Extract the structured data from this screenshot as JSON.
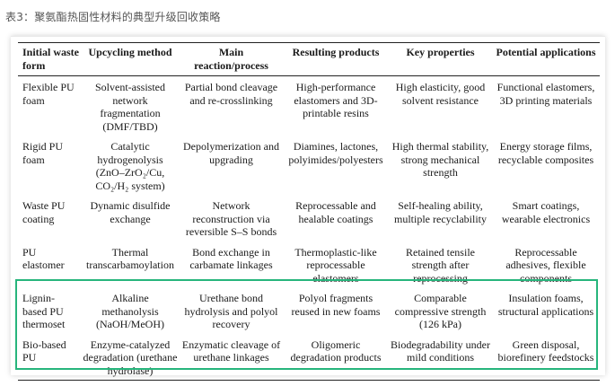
{
  "caption": "表3：聚氨酯热固性材料的典型升级回收策略",
  "columns": [
    "Initial waste form",
    "Upcycling method",
    "Main reaction/process",
    "Resulting products",
    "Key properties",
    "Potential applications"
  ],
  "rows": [
    [
      "Flexible PU foam",
      "Solvent-assisted network fragmentation (DMF/TBD)",
      "Partial bond cleavage and re-crosslinking",
      "High-performance elastomers and 3D-printable resins",
      "High elasticity, good solvent resistance",
      "Functional elastomers, 3D printing materials"
    ],
    [
      "Rigid PU foam",
      "Catalytic hydrogenolysis (ZnO–ZrO₂/Cu, CO₂/H₂ system)",
      "Depolymerization and upgrading",
      "Diamines, lactones, polyimides/polyesters",
      "High thermal stability, strong mechanical strength",
      "Energy storage films, recyclable composites"
    ],
    [
      "Waste PU coating",
      "Dynamic disulfide exchange",
      "Network reconstruction via reversible S–S bonds",
      "Reprocessable and healable coatings",
      "Self-healing ability, multiple recyclability",
      "Smart coatings, wearable electronics"
    ],
    [
      "PU elastomer",
      "Thermal transcarbamoylation",
      "Bond exchange in carbamate linkages",
      "Thermoplastic-like reprocessable elastomers",
      "Retained tensile strength after reprocessing",
      "Reprocessable adhesives, flexible components"
    ],
    [
      "Lignin-based PU thermoset",
      "Alkaline methanolysis (NaOH/MeOH)",
      "Urethane bond hydrolysis and polyol recovery",
      "Polyol fragments reused in new foams",
      "Comparable compressive strength (126 kPa)",
      "Insulation foams, structural applications"
    ],
    [
      "Bio-based PU",
      "Enzyme-catalyzed degradation (urethane hydrolase)",
      "Enzymatic cleavage of urethane linkages",
      "Oligomeric degradation products",
      "Biodegradability under mild conditions",
      "Green disposal, biorefinery feedstocks"
    ]
  ],
  "colors": {
    "highlight": "#27b57c",
    "rule": "#222222"
  }
}
